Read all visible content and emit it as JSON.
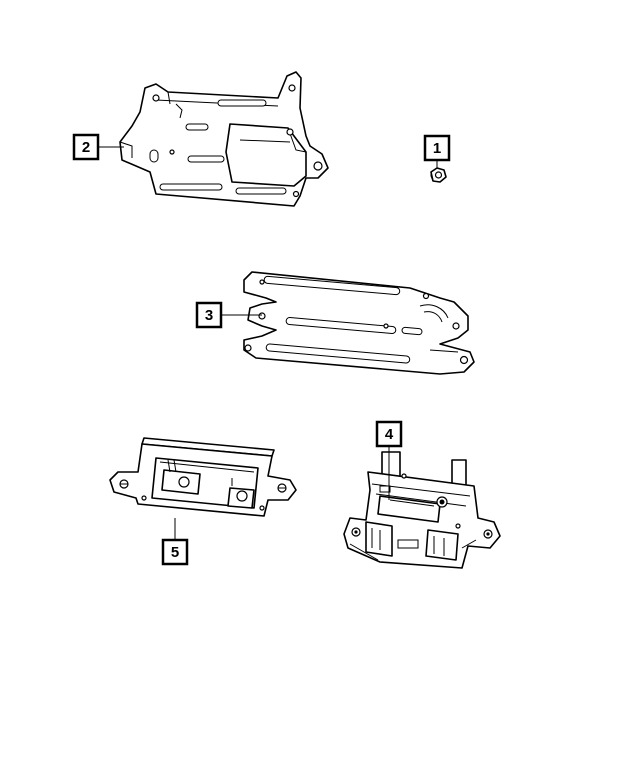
{
  "callouts": {
    "c1": "1",
    "c2": "2",
    "c3": "3",
    "c4": "4",
    "c5": "5"
  },
  "icons": {
    "part1": "nut-icon",
    "part2": "mounting-bracket-icon",
    "part3": "mounting-plate-icon",
    "part4": "module-housing-icon",
    "part5": "module-bracket-icon"
  },
  "colors": {
    "line": "#000000",
    "background": "#ffffff"
  }
}
